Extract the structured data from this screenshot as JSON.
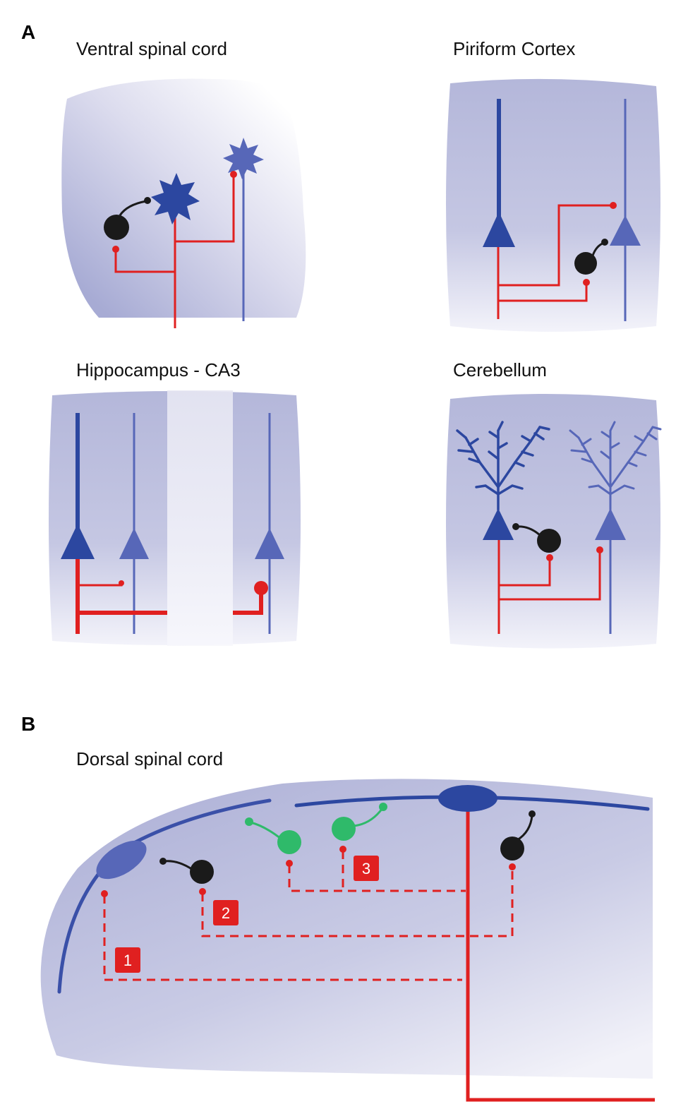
{
  "panel_a": {
    "letter": "A",
    "titles": {
      "ventral_spinal_cord": "Ventral spinal cord",
      "piriform_cortex": "Piriform Cortex",
      "hippocampus_ca3": "Hippocampus - CA3",
      "cerebellum": "Cerebellum"
    }
  },
  "panel_b": {
    "letter": "B",
    "title": "Dorsal spinal cord",
    "badges": [
      "1",
      "2",
      "3"
    ]
  },
  "colors": {
    "tissue_fill": "#b4b7da",
    "principal_neuron_dark": "#2c47a0",
    "principal_neuron_light": "#5767b8",
    "axon_collateral_red": "#e02020",
    "interneuron_black": "#1a1a1a",
    "interneuron_green": "#2fba6a",
    "badge_red": "#e02020"
  }
}
